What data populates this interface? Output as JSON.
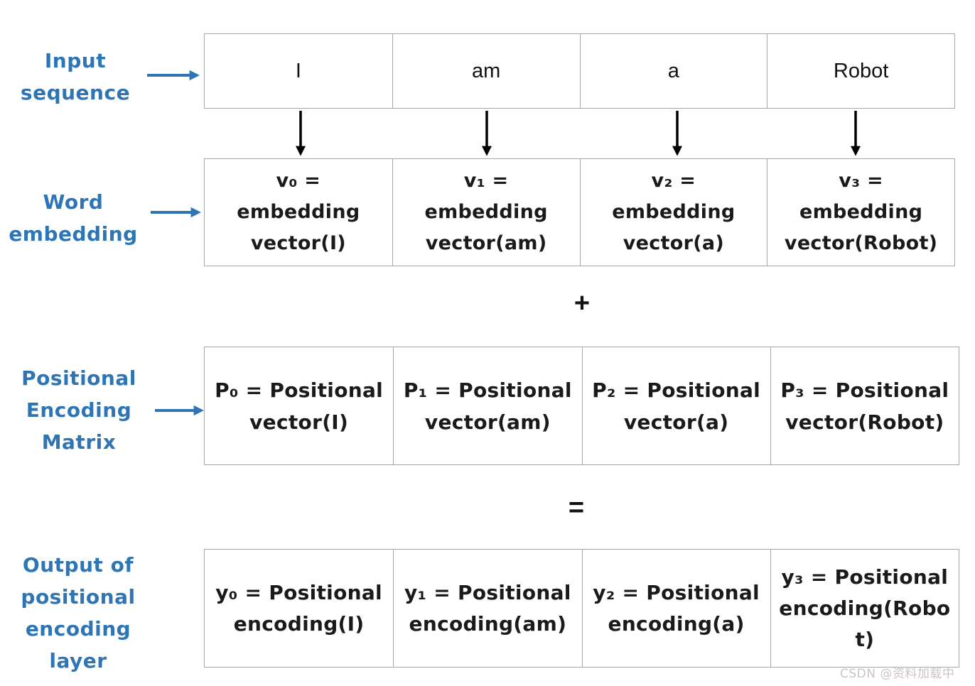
{
  "labels": {
    "input_sequence": "Input\nsequence",
    "word_embedding": "Word\nembedding",
    "positional_encoding_matrix": "Positional\nEncoding\nMatrix",
    "output_layer": "Output of\npositional\nencoding\nlayer"
  },
  "operators": {
    "plus": "+",
    "equals": "="
  },
  "rows": {
    "input": {
      "cells": [
        "I",
        "am",
        "a",
        "Robot"
      ]
    },
    "embedding": {
      "cells": [
        "v₀ =\nembedding\nvector(I)",
        "v₁ =\nembedding\nvector(am)",
        "v₂ =\nembedding\nvector(a)",
        "v₃ =\nembedding\nvector(Robot)"
      ]
    },
    "positional": {
      "cells": [
        "P₀ = Positional\nvector(I)",
        "P₁ = Positional\nvector(am)",
        "P₂ = Positional\nvector(a)",
        "P₃ = Positional\nvector(Robot)"
      ]
    },
    "output": {
      "cells": [
        "y₀ = Positional\nencoding(I)",
        "y₁ = Positional\nencoding(am)",
        "y₂ = Positional\nencoding(a)",
        "y₃ = Positional\nencoding(Robo\nt)"
      ]
    }
  },
  "watermark": {
    "text": "CSDN @资料加载中"
  },
  "colors": {
    "label_blue": "#2e75b6",
    "box_border": "#a6a6a6",
    "text_black": "#1a1a1a",
    "arrow_black": "#000000",
    "watermark_gray": "#cdc3c3"
  }
}
